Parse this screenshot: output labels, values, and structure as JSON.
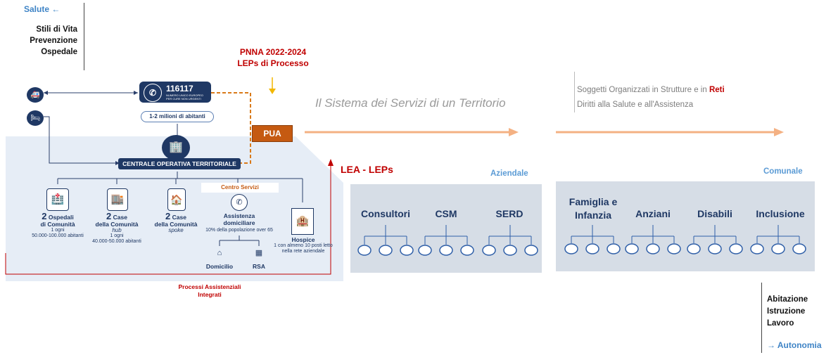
{
  "top_left": {
    "salute_label": "Salute ←",
    "items": [
      "Stili di Vita",
      "Prevenzione",
      "Ospedale"
    ]
  },
  "pnna": {
    "line1": "PNNA 2022-2024",
    "line2": "LEPs di Processo"
  },
  "sistema_title": "Il Sistema dei Servizi di un Territorio",
  "soggetti": {
    "line1_prefix": "Soggetti Organizzati in Strutture e in ",
    "line1_highlight": "Reti",
    "line2": "Diritti alla Salute e all'Assistenza"
  },
  "pua_label": "PUA",
  "left_diagram": {
    "phone_number": "116117",
    "phone_sub": "NUMERO UNICO EUROPEO PER CURE NON URGENTI",
    "phone_population": "1-2 milioni di abitanti",
    "centrale": "CENTRALE OPERATIVA TERRITORIALE",
    "centro_servizi": "Centro Servizi",
    "ospedali": {
      "count": "2",
      "title": "Ospedali",
      "title2": "di Comunità",
      "sub1": "1 ogni",
      "sub2": "50.000-100.000 abitanti"
    },
    "case_hub": {
      "count": "2",
      "title": "Case",
      "title2": "della Comunità",
      "type": "hub",
      "sub1": "1 ogni",
      "sub2": "40.000-50.000 abitanti"
    },
    "case_spoke": {
      "count": "2",
      "title": "Case",
      "title2": "della Comunità",
      "type": "spoke"
    },
    "assistenza": {
      "title": "Assistenza",
      "title2": "domiciliare",
      "sub": "10% della popolazione over 65"
    },
    "hospice": {
      "title": "Hospice",
      "sub1": "1 con almeno 10 posti letto",
      "sub2": "nella rete aziendale"
    },
    "domicilio": "Domicilio",
    "rsa": "RSA"
  },
  "processi": {
    "line1": "Processi Assistenziali",
    "line2": "Integrati"
  },
  "lea_label": "LEA - LEPs",
  "aziendale_label": "Aziendale",
  "comunale_label": "Comunale",
  "aziendale_services": [
    "Consultori",
    "CSM",
    "SERD"
  ],
  "comunale_services": [
    "Famiglia e Infanzia",
    "Anziani",
    "Disabili",
    "Inclusione"
  ],
  "bottom_right": {
    "items": [
      "Abitazione",
      "Istruzione",
      "Lavoro"
    ],
    "autonomia": "→ Autonomia"
  },
  "colors": {
    "navy": "#1f3864",
    "red": "#c00000",
    "orange": "#c55a11",
    "arrow_orange": "#f4b183",
    "accent_blue": "#3f84c6"
  }
}
